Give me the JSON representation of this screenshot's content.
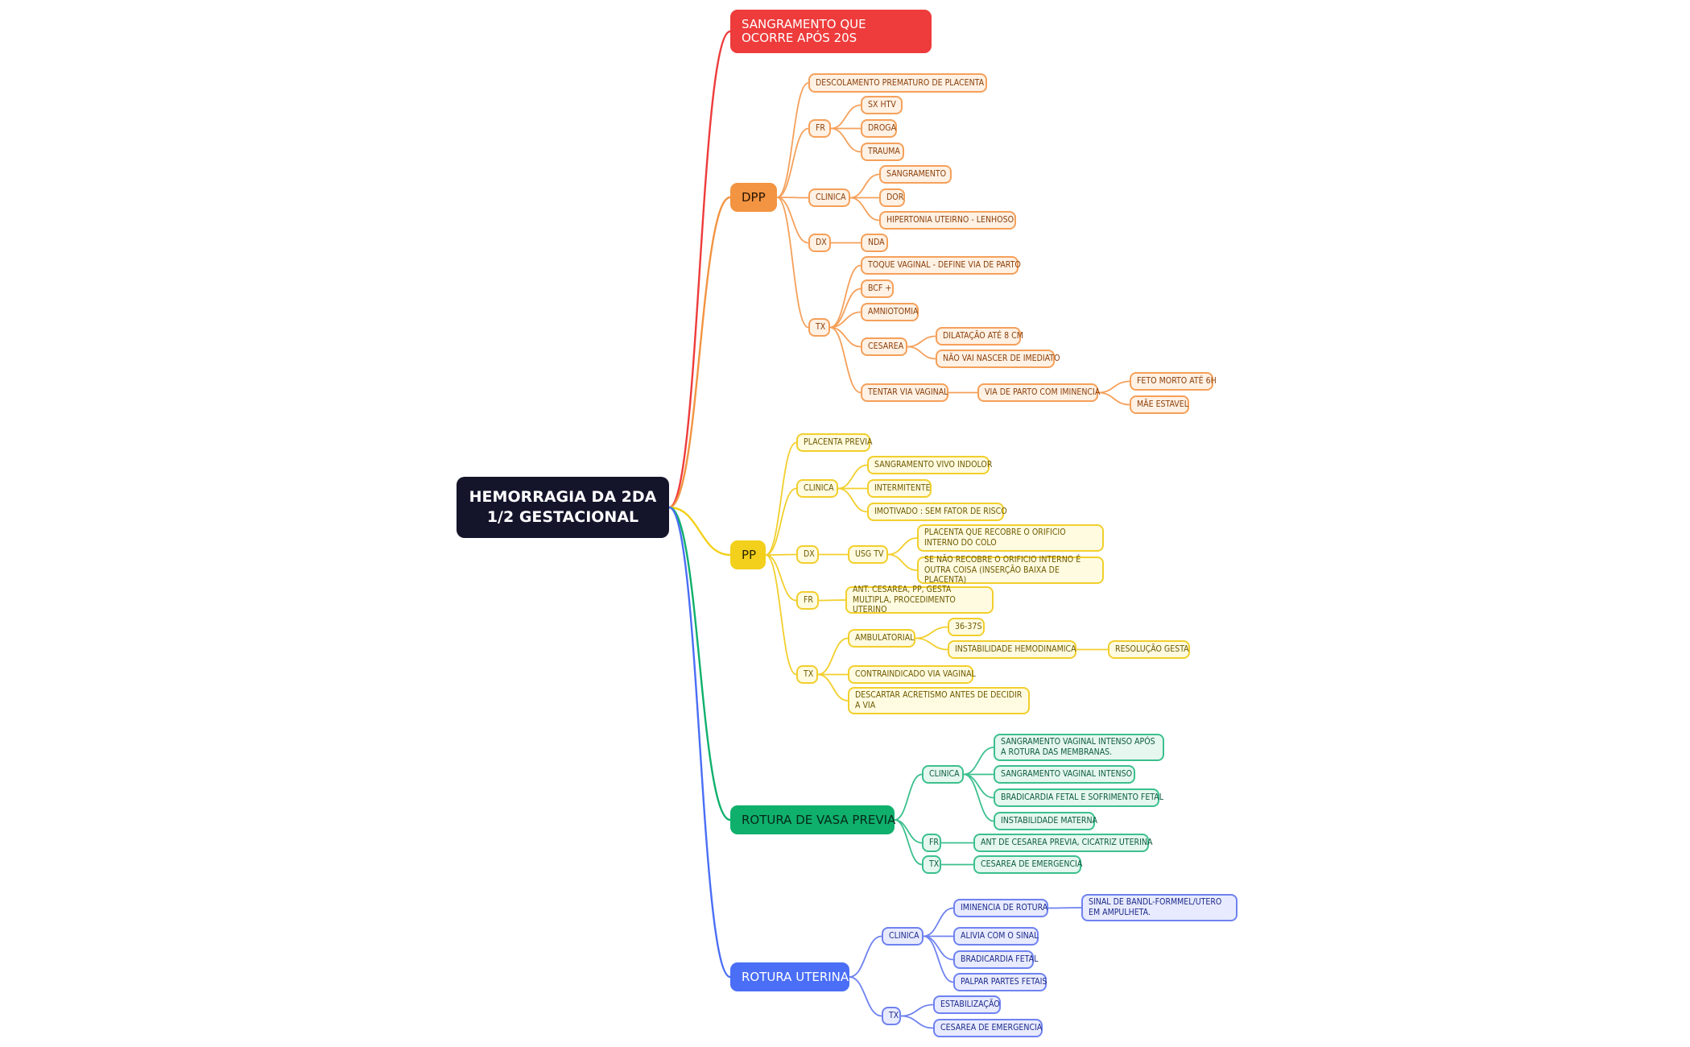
{
  "root": {
    "label": "HEMORRAGIA DA 2DA 1/2 GESTACIONAL"
  },
  "colors": {
    "red": "#ee3b3b",
    "orange": "#f29441",
    "yellow": "#f2d01c",
    "green": "#0fb06c",
    "blue": "#4a6ef5",
    "root": "#14142b"
  },
  "branches": {
    "sangramento": {
      "label": "SANGRAMENTO QUE OCORRE APÓS 20S"
    },
    "dpp": {
      "label": "DPP",
      "descolamento": "DESCOLAMENTO PREMATURO DE PLACENTA",
      "fr": {
        "label": "FR",
        "items": [
          "SX HTV",
          "DROGA",
          "TRAUMA"
        ]
      },
      "clinica": {
        "label": "CLINICA",
        "items": [
          "SANGRAMENTO",
          "DOR",
          "HIPERTONIA UTEIRNO - LENHOSO"
        ]
      },
      "dx": {
        "label": "DX",
        "items": [
          "NDA"
        ]
      },
      "tx": {
        "label": "TX",
        "toque": "TOQUE VAGINAL - DEFINE VIA DE PARTO",
        "bcf": "BCF +",
        "amniotomia": "AMNIOTOMIA",
        "cesarea": {
          "label": "CESAREA",
          "items": [
            "DILATAÇÃO ATÉ 8 CM",
            "NÃO VAI NASCER DE IMEDIATO"
          ]
        },
        "tentar": {
          "label": "TENTAR VIA VAGINAL",
          "via": "VIA DE PARTO COM IMINENCIA",
          "items": [
            "FETO MORTO ATÉ 6H",
            "MÃE ESTAVEL"
          ]
        }
      }
    },
    "pp": {
      "label": "PP",
      "placenta": "PLACENTA PREVIA",
      "clinica": {
        "label": "CLINICA",
        "items": [
          "SANGRAMENTO VIVO INDOLOR",
          "INTERMITENTE",
          "IMOTIVADO : SEM FATOR DE RISCO"
        ]
      },
      "dx": {
        "label": "DX",
        "usg": "USG TV",
        "items": [
          "PLACENTA QUE RECOBRE O ORIFICIO INTERNO DO COLO",
          "SE NÃO RECOBRE O ORIFICIO INTERNO É OUTRA COISA (INSERÇÃO BAIXA DE PLACENTA)"
        ]
      },
      "fr": {
        "label": "FR",
        "items": [
          "ANT. CESAREA, PP, GESTA MULTIPLA, PROCEDIMENTO UTERINO"
        ]
      },
      "tx": {
        "label": "TX",
        "ambulatorial": "AMBULATORIAL",
        "semanas": "36-37S",
        "instabilidade": "INSTABILIDADE HEMODINAMICA",
        "resolucao": "RESOLUÇÃO GESTA",
        "contraindicado": "CONTRAINDICADO VIA VAGINAL",
        "descartar": "DESCARTAR ACRETISMO ANTES DE DECIDIR A VIA"
      }
    },
    "vasa": {
      "label": "ROTURA DE VASA PREVIA",
      "clinica": {
        "label": "CLINICA",
        "items": [
          "SANGRAMENTO VAGINAL INTENSO APÓS A ROTURA DAS MEMBRANAS.",
          "SANGRAMENTO VAGINAL INTENSO",
          "BRADICARDIA FETAL E SOFRIMENTO FETAL",
          "INSTABILIDADE MATERNA"
        ]
      },
      "fr": {
        "label": "FR",
        "items": [
          "ANT DE CESAREA PREVIA, CICATRIZ UTERINA"
        ]
      },
      "tx": {
        "label": "TX",
        "items": [
          "CESAREA DE EMERGENCIA"
        ]
      }
    },
    "uterina": {
      "label": "ROTURA UTERINA",
      "clinica": {
        "label": "CLINICA",
        "iminencia": "IMINENCIA DE ROTURA",
        "sinal": "SINAL DE BANDL-FORMMEL/UTERO EM AMPULHETA.",
        "items": [
          "ALIVIA COM O SINAL",
          "BRADICARDIA FETAL",
          "PALPAR PARTES FETAIS"
        ]
      },
      "tx": {
        "label": "TX",
        "items": [
          "ESTABILIZAÇÃO",
          "CESAREA DE EMERGENCIA"
        ]
      }
    }
  }
}
